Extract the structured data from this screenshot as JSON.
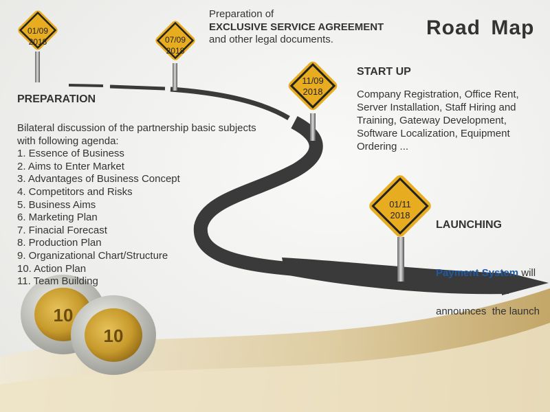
{
  "title": "Road Map",
  "milestones": [
    {
      "date": "01/09",
      "year": "2018"
    },
    {
      "date": "07/09",
      "year": "2018"
    },
    {
      "date": "11/09",
      "year": "2018"
    },
    {
      "date": "01/11",
      "year": "2018"
    }
  ],
  "legal": {
    "line1": "Preparation of",
    "line2": "EXCLUSIVE SERVICE AGREEMENT",
    "line3": "and other legal documents."
  },
  "preparation": {
    "heading": "PREPARATION",
    "intro1": "Bilateral discussion of the partnership basic subjects",
    "intro2": "with following agenda:",
    "items": [
      "1. Essence of Business",
      "2. Aims to Enter Market",
      "3. Advantages of Business Concept",
      "4. Competitors and Risks",
      "5. Business Aims",
      "6. Marketing Plan",
      "7. Finacial Forecast",
      "8. Production Plan",
      "9. Organizational Chart/Structure",
      "10. Action Plan",
      "11. Team Building"
    ]
  },
  "startup": {
    "heading": "START UP",
    "lines": [
      "Company Registration, Office Rent,",
      "Server Installation, Staff Hiring and",
      "Training, Gateway Development,",
      "Software Localization, Equipment",
      "Ordering ..."
    ]
  },
  "launching": {
    "heading": "LAUNCHING",
    "highlight": "Payment System",
    "rest1": " will",
    "rest2": "announces  the launch"
  },
  "colors": {
    "sign": "#e8ac20",
    "road": "#3a3a3a",
    "accent": "#1f5aa0"
  }
}
